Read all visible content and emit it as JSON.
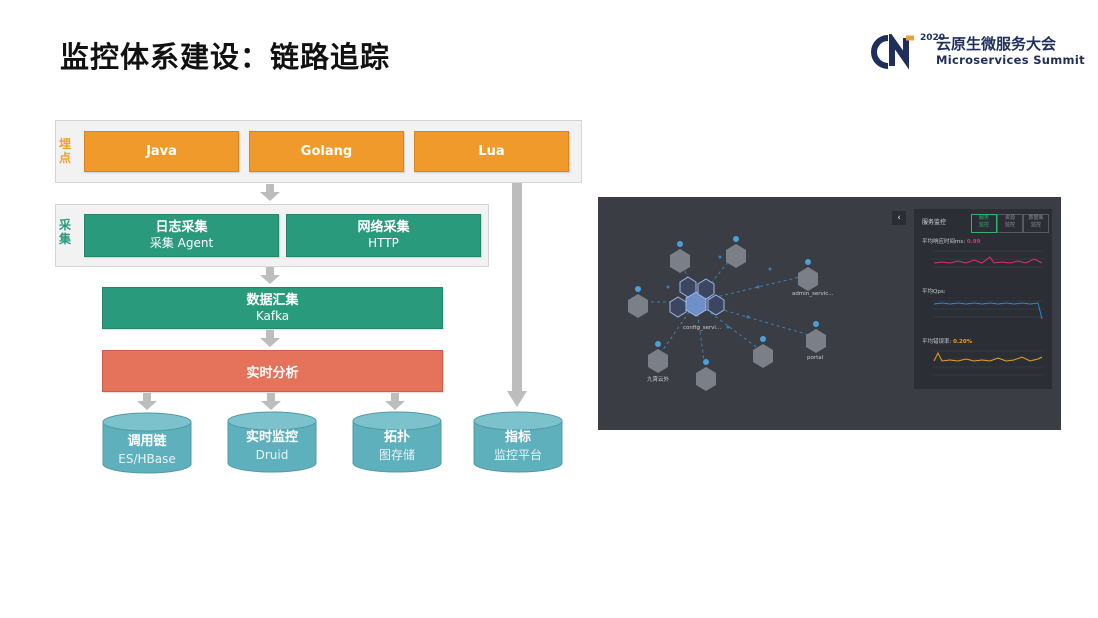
{
  "title": "监控体系建设：链路追踪",
  "logo": {
    "mark": "CN",
    "year": "2020",
    "name": "云原生微服务大会",
    "subtitle": "Microservices  Summit"
  },
  "instrument": {
    "label": "埋点",
    "items": [
      "Java",
      "Golang",
      "Lua"
    ]
  },
  "collect": {
    "label": "采集",
    "items": [
      {
        "title": "日志采集",
        "sub": "采集 Agent"
      },
      {
        "title": "网络采集",
        "sub": "HTTP"
      }
    ]
  },
  "aggregate": {
    "title": "数据汇集",
    "sub": "Kafka"
  },
  "analysis": {
    "title": "实时分析"
  },
  "stores": [
    {
      "title": "调用链",
      "sub": "ES/HBase"
    },
    {
      "title": "实时监控",
      "sub": "Druid"
    },
    {
      "title": "拓扑",
      "sub": "图存储"
    },
    {
      "title": "指标",
      "sub": "监控平台"
    }
  ],
  "screenshot": {
    "panel_title": "服务监控",
    "tabs": [
      "服务\n监控",
      "资源\n监控",
      "数据库\n监控"
    ],
    "metrics": [
      {
        "label": "平均响应时间ms:",
        "value": "0.99",
        "color": "#e0306a"
      },
      {
        "label": "平均Qps:",
        "value": "",
        "color": "#1e8fd8"
      },
      {
        "label": "平均错误率:",
        "value": "0.20%",
        "color": "#e8a020"
      }
    ],
    "nodes": [
      "config_servi...",
      "admin_servic...",
      "portal",
      "九霄云外"
    ],
    "back_icon": "chevron-left-icon"
  },
  "colors": {
    "orange": "#f09a2b",
    "green": "#2a9a7d",
    "red": "#e5725a",
    "cylinder": "#5fb0bd",
    "arrow": "#bdbdbd",
    "logo": "#1f2f5c"
  }
}
